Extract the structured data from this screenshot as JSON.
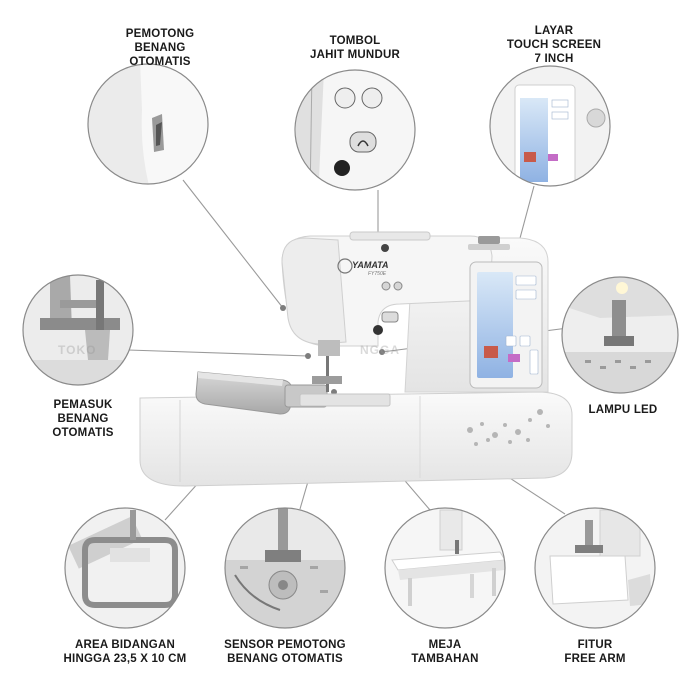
{
  "labels": {
    "thread_cutter": [
      "PEMOTONG",
      "BENANG",
      "OTOMATIS"
    ],
    "reverse_button": [
      "TOMBOL",
      "JAHIT MUNDUR"
    ],
    "touch_screen": [
      "LAYAR",
      "TOUCH SCREEN",
      "7 INCH"
    ],
    "auto_threader": [
      "PEMASUK",
      "BENANG",
      "OTOMATIS"
    ],
    "led_lamp": [
      "LAMPU LED"
    ],
    "embroidery_area": [
      "AREA BIDANGAN",
      "HINGGA 23,5 X 10 CM"
    ],
    "thread_sensor": [
      "SENSOR PEMOTONG",
      "BENANG OTOMATIS"
    ],
    "extension_table": [
      "MEJA",
      "TAMBAHAN"
    ],
    "free_arm": [
      "FITUR",
      "FREE ARM"
    ]
  },
  "machine": {
    "brand": "YAMATA",
    "model": "FY750E"
  },
  "watermark": [
    "TOKO",
    "NGGA"
  ],
  "colors": {
    "text": "#1a1a1a",
    "line": "#9a9a9a",
    "machine": "#eeeeee",
    "screen": "#a9c7ec"
  }
}
